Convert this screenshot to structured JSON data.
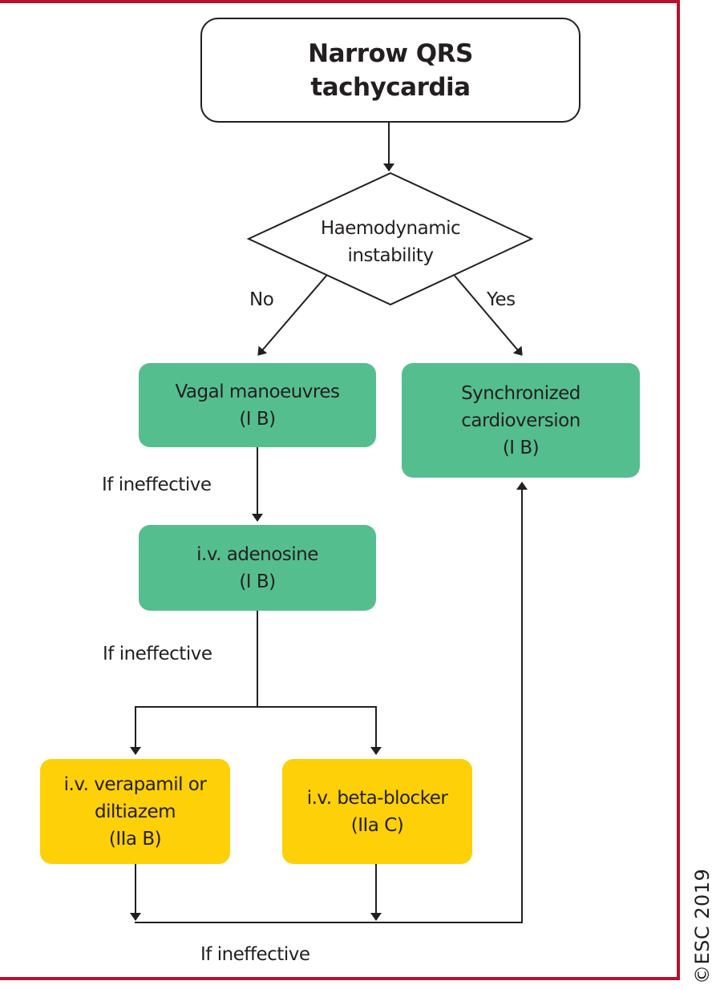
{
  "diagram": {
    "colors": {
      "frame": "#b5122e",
      "class_i": "#55be8f",
      "class_iia": "#fdd008",
      "line": "#231f20"
    },
    "start": {
      "lines": [
        "Narrow QRS",
        "tachycardia"
      ]
    },
    "decision": {
      "lines": [
        "Haemodynamic",
        "instability"
      ]
    },
    "branch_labels": {
      "no": "No",
      "yes": "Yes"
    },
    "nodes": {
      "vagal": {
        "lines": [
          "Vagal manoeuvres",
          "(I B)"
        ],
        "class": "I",
        "level": "B"
      },
      "cardioversion": {
        "lines": [
          "Synchronized",
          "cardioversion",
          "(I B)"
        ],
        "class": "I",
        "level": "B"
      },
      "adenosine": {
        "lines": [
          "i.v. adenosine",
          "(I B)"
        ],
        "class": "I",
        "level": "B"
      },
      "verapamil": {
        "lines": [
          "i.v. verapamil or",
          "diltiazem",
          "(IIa B)"
        ],
        "class": "IIa",
        "level": "B"
      },
      "betablocker": {
        "lines": [
          "i.v. beta-blocker",
          "(IIa C)"
        ],
        "class": "IIa",
        "level": "C"
      }
    },
    "edge_labels": {
      "after_vagal": "If ineffective",
      "after_adenosine": "If ineffective",
      "after_drugs": "If ineffective"
    },
    "copyright": "©ESC 2019"
  }
}
